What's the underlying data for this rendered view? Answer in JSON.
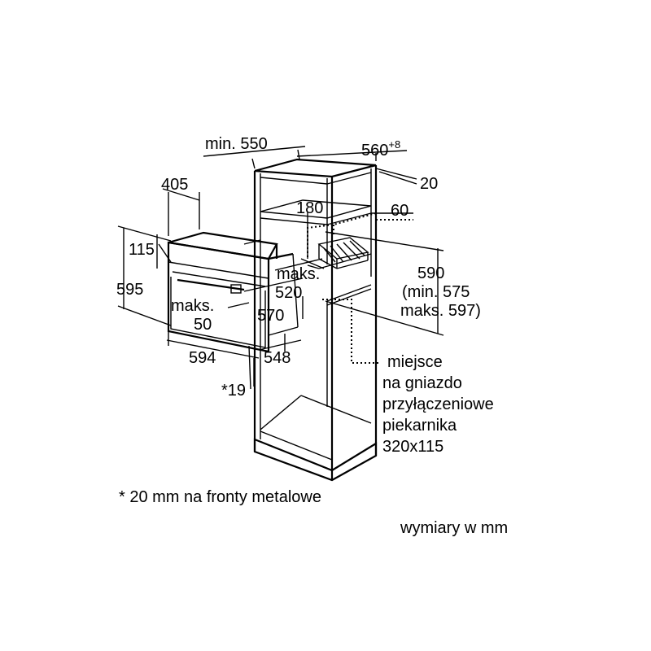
{
  "dimensions": {
    "min_550": "min. 550",
    "w_560": "560",
    "w_560_tol": "+8",
    "d_20": "20",
    "d_405": "405",
    "d_180": "180",
    "d_60": "60",
    "d_115": "115",
    "d_595": "595",
    "maks_520_a": "maks.",
    "maks_520_b": "520",
    "maks_50_a": "maks.",
    "maks_50_b": "50",
    "d_570": "570",
    "d_594": "594",
    "d_548": "548",
    "d_19": "*19",
    "h_590": "590",
    "h_590_min": "(min. 575",
    "h_590_max": "maks. 597)"
  },
  "socket_note": {
    "line1": "miejsce",
    "line2": "na gniazdo",
    "line3": "przyłączeniowe",
    "line4": "piekarnika",
    "line5": "320x115"
  },
  "footnote": "* 20 mm na fronty metalowe",
  "units_note": "wymiary w mm"
}
